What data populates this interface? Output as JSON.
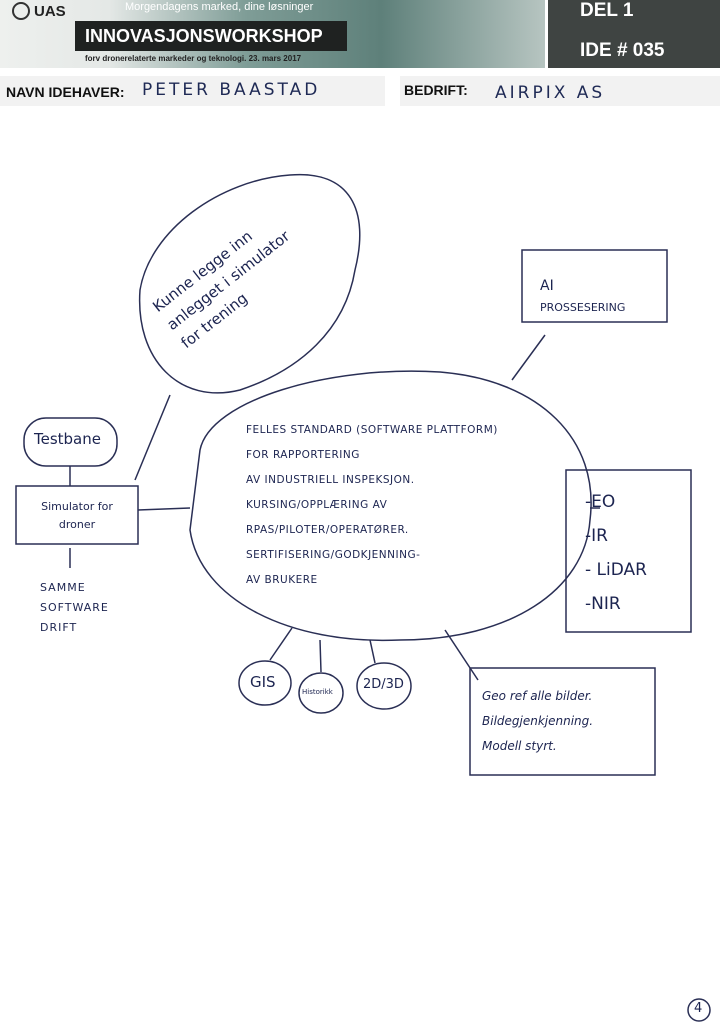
{
  "header": {
    "logo_text": "UAS",
    "tagline": "Morgendagens marked, dine løsninger",
    "title": "INNOVASJONSWORKSHOP",
    "subtitle": "forv dronerelaterte markeder og teknologi. 23. mars 2017",
    "del_label": "DEL 1",
    "idea_number": "IDE # 035"
  },
  "fields": {
    "owner_label": "NAVN IDEHAVER:",
    "owner_value": "PETER BAASTAD",
    "company_label": "BEDRIFT:",
    "company_value": "AIRPIX AS"
  },
  "diagram": {
    "center_lines": [
      "FELLES STANDARD (SOFTWARE PLATTFORM)",
      "FOR RAPPORTERING",
      "AV INDUSTRIELL INSPEKSJON.",
      "KURSING/OPPLÆRING AV",
      "RPAS/PILOTER/OPERATØRER.",
      "SERTIFISERING/GODKJENNING-",
      "AV BRUKERE"
    ],
    "cloud_lines": [
      "Kunne legge inn",
      "anlegget i simulator",
      "for trening"
    ],
    "ai_lines": [
      "AI",
      "PROSSESERING"
    ],
    "testbane": "Testbane",
    "simulator_lines": [
      "Simulator for",
      "droner"
    ],
    "samme_lines": [
      "SAMME",
      "SOFTWARE",
      "DRIFT"
    ],
    "sensors": [
      "-EO",
      "-IR",
      "- LiDAR",
      "-NIR"
    ],
    "bubbles": [
      "GIS",
      "Historikk",
      "2D/3D"
    ],
    "georef_lines": [
      "Geo ref alle bilder.",
      "Bildegjenkjenning.",
      "Modell styrt."
    ],
    "page_number": "4"
  }
}
